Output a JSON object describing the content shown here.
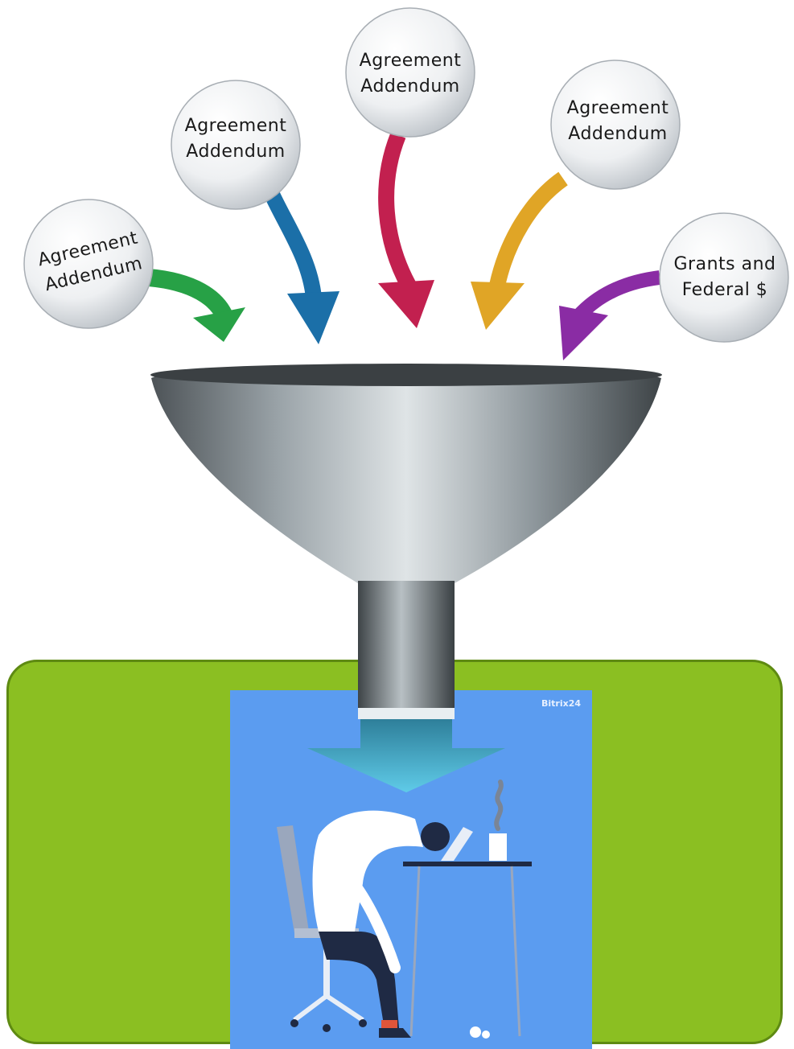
{
  "bubbles": [
    {
      "line1": "Agreement",
      "line2": "Addendum"
    },
    {
      "line1": "Agreement",
      "line2": "Addendum"
    },
    {
      "line1": "Agreement",
      "line2": "Addendum"
    },
    {
      "line1": "Agreement",
      "line2": "Addendum"
    },
    {
      "line1": "Grants and",
      "line2": "Federal $"
    }
  ],
  "arrow_colors": [
    "#27a146",
    "#1b6fa8",
    "#c2204f",
    "#e0a526",
    "#8a2ca4"
  ],
  "photo": {
    "brand": "Bitrix24"
  },
  "colors": {
    "box_fill": "#8bbf22",
    "box_border": "#5e8a12",
    "photo_bg": "#5b9cf0",
    "funnel": "#9aa3a8"
  }
}
